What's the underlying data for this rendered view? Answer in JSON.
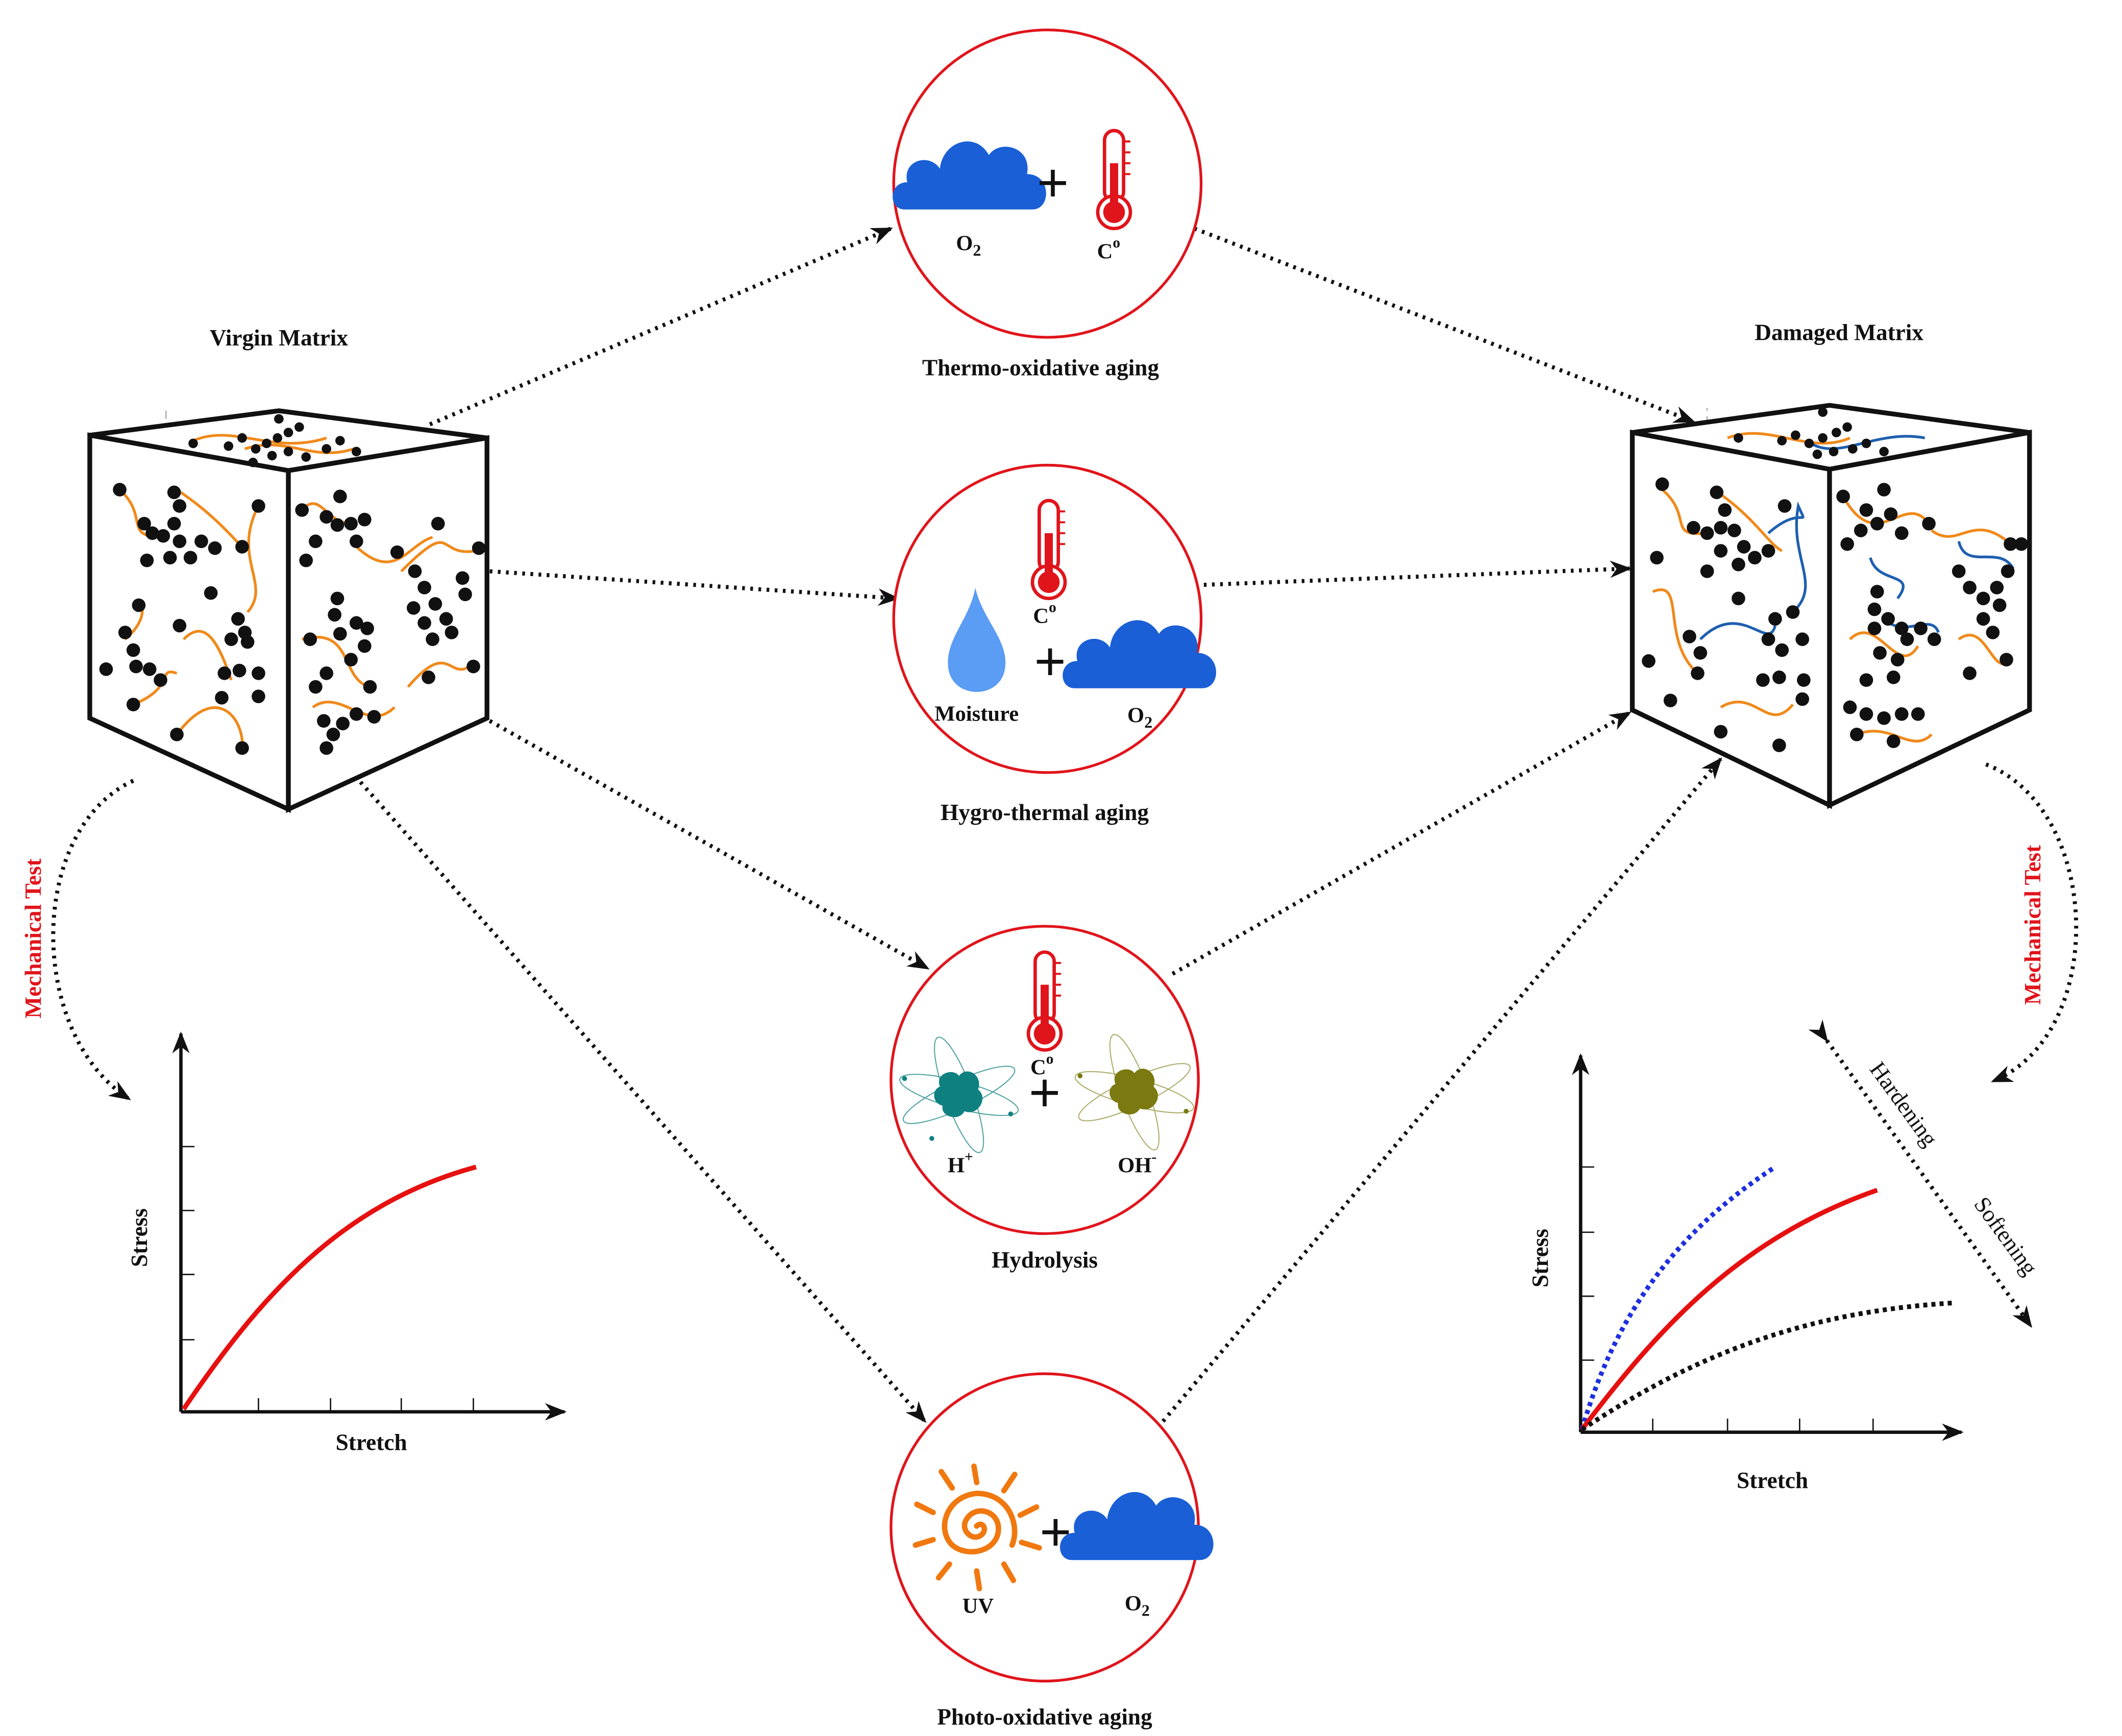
{
  "colors": {
    "circle_border": "#e0141b",
    "oxygen_cloud": "#1a5fd6",
    "thermometer": "#e0141b",
    "water_drop": "#5b9cf4",
    "uv_sun": "#f0780f",
    "h_ion": "#0f8080",
    "oh_ion": "#7a7a10",
    "virgin_curve": "#e61010",
    "hardening_curve": "#1d2fe0",
    "softening_curve": "#111111",
    "polymer_chain": "#f0891a",
    "broken_chain": "#1f5fb0"
  },
  "left": {
    "title": "Virgin Matrix",
    "test_label": "Mechanical Test",
    "chart": {
      "ylabel": "Stress",
      "xlabel": "Stretch"
    }
  },
  "right": {
    "title": "Damaged Matrix",
    "test_label": "Mechanical Test",
    "chart": {
      "ylabel": "Stress",
      "xlabel": "Stretch"
    },
    "hardening_label": "Hardening",
    "softening_label": "Softening"
  },
  "processes": {
    "thermo": {
      "caption": "Thermo-oxidative aging",
      "o2": "O",
      "o2_sub": "2",
      "temp": "C",
      "temp_sup": "o",
      "plus": "+"
    },
    "hygro": {
      "caption": "Hygro-thermal aging",
      "moisture": "Moisture",
      "o2": "O",
      "o2_sub": "2",
      "temp": "C",
      "temp_sup": "o",
      "plus": "+"
    },
    "hydro": {
      "caption": "Hydrolysis",
      "temp": "C",
      "temp_sup": "o",
      "h": "H",
      "h_sup": "+",
      "oh": "OH",
      "oh_sup": "-",
      "plus": "+"
    },
    "photo": {
      "caption": "Photo-oxidative aging",
      "uv": "UV",
      "o2": "O",
      "o2_sub": "2",
      "plus": "+"
    }
  }
}
